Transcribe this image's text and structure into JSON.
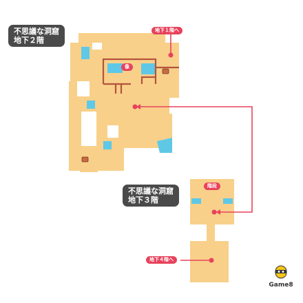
{
  "floors": {
    "b2": {
      "name": "不思議な洞窟",
      "level": "地下２階"
    },
    "b3": {
      "name": "不思議な洞窟",
      "level": "地下３階"
    }
  },
  "labels": {
    "to_b1": "地下１階へ",
    "statue": "像",
    "stairs": "階段",
    "to_b4": "地下４階へ"
  },
  "brand": {
    "name": "Game8"
  },
  "colors": {
    "floor": "#f8d08a",
    "water": "#5ec8e6",
    "wall_line": "#b3543c",
    "route": "#e8425c",
    "badge": "#4a4a4a"
  }
}
